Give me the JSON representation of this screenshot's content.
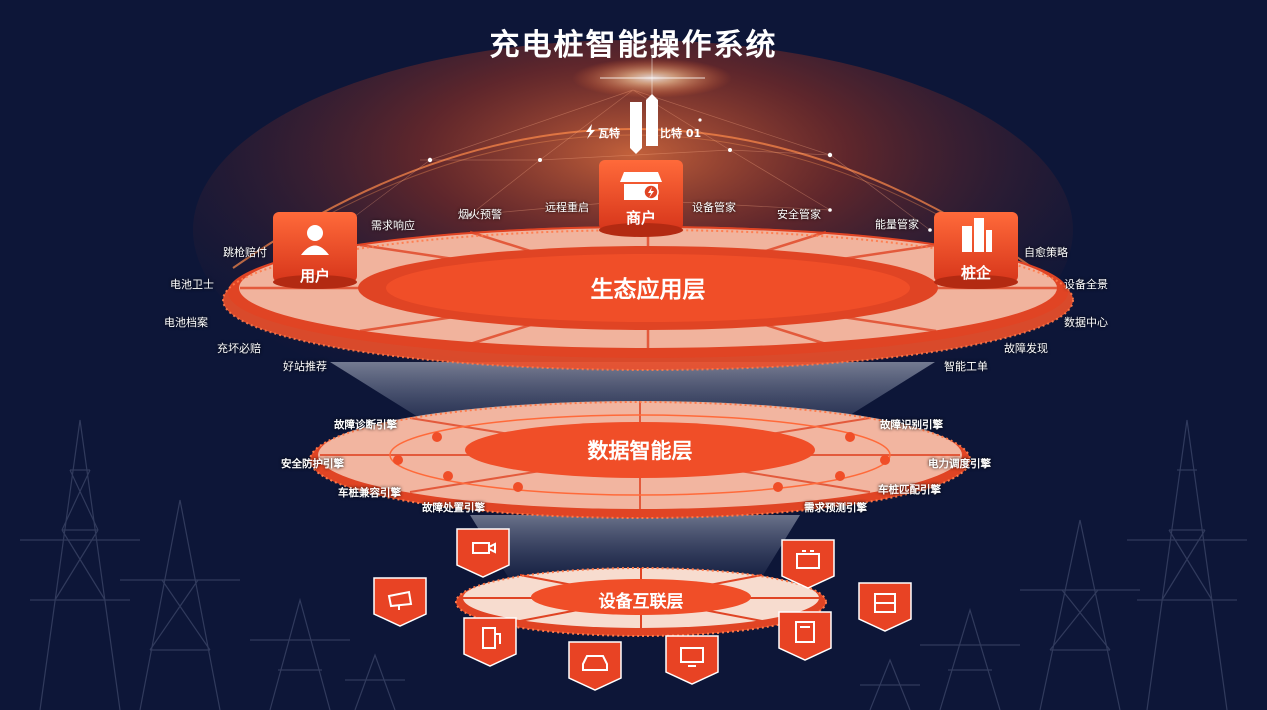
{
  "title": "充电桩智能操作系统",
  "brand": {
    "left": "瓦特",
    "right": "比特 01"
  },
  "colors": {
    "background": "#0d1638",
    "accent": "#f0502a",
    "accent_light": "#ff8a5c"
  },
  "ecosystem_layer": {
    "label": "生态应用层",
    "badges": [
      {
        "label": "用户",
        "icon": "user-icon"
      },
      {
        "label": "商户",
        "icon": "store-icon"
      },
      {
        "label": "桩企",
        "icon": "building-icon"
      }
    ],
    "features_left": [
      "跳枪赔付",
      "电池卫士",
      "电池档案",
      "充坏必赔",
      "好站推荐"
    ],
    "features_top": [
      "需求响应",
      "烟火预警",
      "远程重启",
      "设备管家",
      "安全管家",
      "能量管家"
    ],
    "features_right": [
      "自愈策略",
      "设备全景",
      "数据中心",
      "故障发现",
      "智能工单"
    ]
  },
  "data_layer": {
    "label": "数据智能层",
    "engines_left": [
      "故障诊断引擎",
      "安全防护引擎",
      "车桩兼容引擎",
      "故障处置引擎"
    ],
    "engines_right": [
      "故障识别引擎",
      "电力调度引擎",
      "车桩匹配引擎",
      "需求预测引擎"
    ]
  },
  "device_layer": {
    "label": "设备互联层",
    "devices": [
      "camera-icon",
      "solar-panel-icon",
      "charger-icon",
      "ev-car-icon",
      "monitor-icon",
      "battery-icon",
      "cabinet-icon",
      "meter-box-icon"
    ]
  }
}
